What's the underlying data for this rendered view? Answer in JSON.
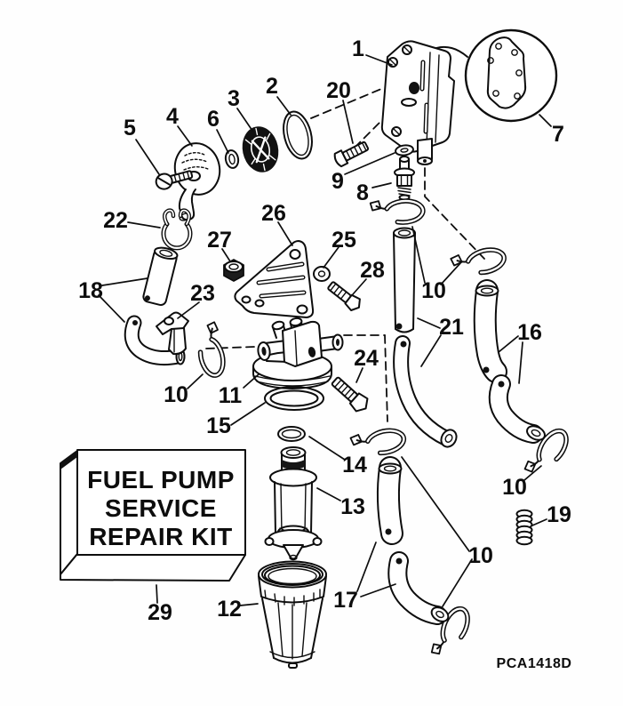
{
  "figure": {
    "drawing_code": "PCA1418D",
    "kit_box": {
      "line1": "FUEL PUMP",
      "line2": "SERVICE",
      "line3": "REPAIR KIT"
    },
    "callouts": {
      "c1": "1",
      "c2": "2",
      "c3": "3",
      "c4": "4",
      "c5": "5",
      "c6": "6",
      "c7": "7",
      "c8": "8",
      "c9": "9",
      "c20": "20",
      "c22": "22",
      "c26": "26",
      "c27": "27",
      "c25": "25",
      "c28": "28",
      "c10_top": "10",
      "c18": "18",
      "c23": "23",
      "c21": "21",
      "c16": "16",
      "c10_left": "10",
      "c11": "11",
      "c24": "24",
      "c15": "15",
      "c14": "14",
      "c13": "13",
      "c10_right": "10",
      "c19": "19",
      "c10_bottom": "10",
      "c17": "17",
      "c12": "12",
      "c29": "29"
    }
  }
}
